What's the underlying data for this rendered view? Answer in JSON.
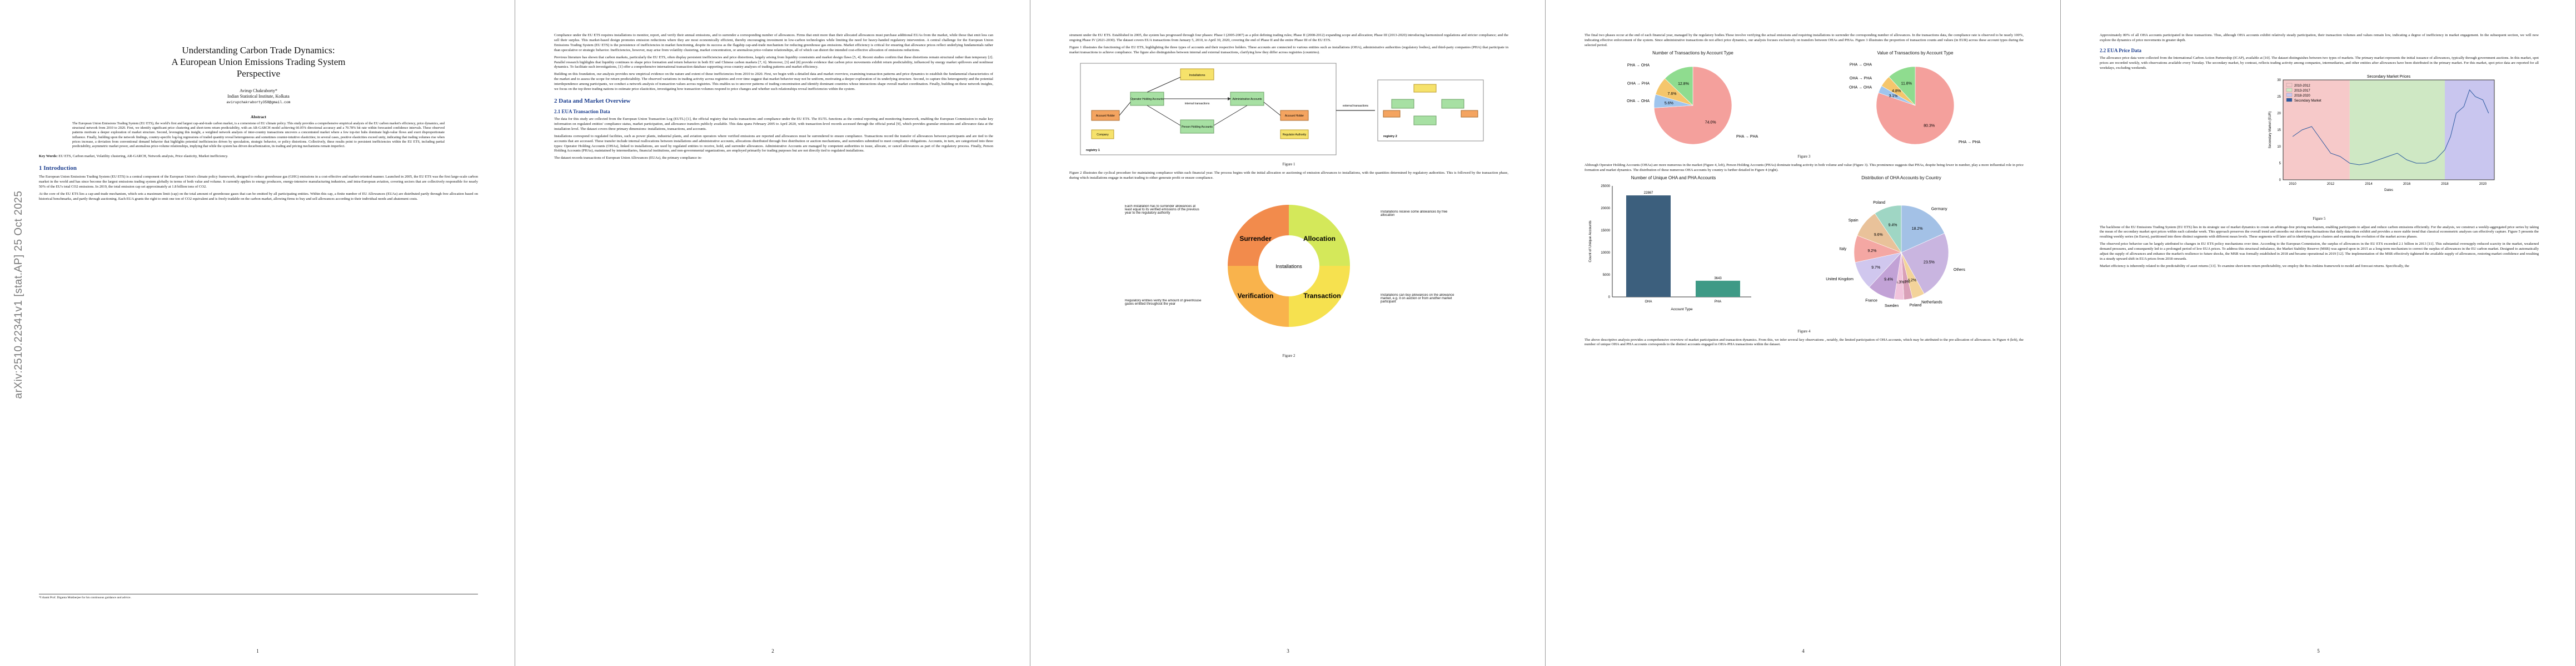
{
  "arxiv_stamp": "arXiv:2510.22341v1  [stat.AP]  25 Oct 2025",
  "page1": {
    "title_l1": "Understanding Carbon Trade Dynamics:",
    "title_l2": "A European Union Emissions Trading System",
    "title_l3": "Perspective",
    "author": "Avirup Chakraborty*",
    "affil": "Indian Statistical Institute, Kolkata",
    "email": "avirupchakraborty358@gmail.com",
    "abstract_heading": "Abstract",
    "abstract": "The European Union Emissions Trading System (EU ETS), the world's first and largest cap-and-trade carbon market, is a cornerstone of EU climate policy. This study provides a comprehensive empirical analysis of the EU carbon market's efficiency, price dynamics, and structural network from 2010 to 2020. First, we identify significant price clustering and short-term return predictability, with an AR-GARCH model achieving 60.05% directional accuracy and a 70.78% hit rate within forecasted confidence intervals. These observed patterns motivate a deeper exploration of market structure. Second, leveraging this insight, a weighted network analysis of inter-country transactions uncovers a concentrated market where a few top-tier hubs dominate high-value flows and exert disproportionate influence. Finally, building upon the network findings, country-specific log-log regressions of traded quantity reveal heterogeneous and sometimes counter-intuitive elasticities; in several cases, positive elasticities exceed unity, indicating that trading volumes rise when prices increase, a deviation from conventional demand behavior that highlights potential inefficiencies driven by speculation, strategic behavior, or policy distortions. Collectively, these results point to persistent inefficiencies within the EU ETS, including partial predictability, asymmetric market power, and anomalous price-volume relationships, implying that while the system has driven decarbonization, its trading and pricing mechanisms remain imperfect.",
    "kw_label": "Key Words:",
    "kw_text": " EU ETS, Carbon market, Volatility clustering, AR-GARCH, Network analysis, Price elasticity, Market inefficiency.",
    "intro_heading": "1   Introduction",
    "intro_p1": "The European Union Emissions Trading System (EU ETS) is a central component of the European Union's climate policy framework, designed to reduce greenhouse gas (GHG) emissions in a cost-effective and market-oriented manner. Launched in 2005, the EU ETS was the first large-scale carbon market in the world and has since become the largest emissions trading system globally in terms of both value and volume. It currently applies to energy producers, energy-intensive manufacturing industries, and intra-European aviation, covering sectors that are collectively responsible for nearly 50% of the EU's total CO2 emissions. In 2019, the total emission cap set approximately at 1.8 billion tons of CO2.",
    "intro_p2": "At the core of the EU ETS lies a cap-and-trade mechanism, which sets a maximum limit (cap) on the total amount of greenhouse gases that can be emitted by all participating entities. Within this cap, a finite number of EU Allowances (EUAs) are distributed partly through free allocation based on historical benchmarks, and partly through auctioning. Each EUA grants the right to emit one ton of CO2 equivalent and is freely tradable on the carbon market, allowing firms to buy and sell allowances according to their individual needs and abatement costs.",
    "footnote": "*I thank Prof. Diganta Mukherjee for his continuous guidance and advice.",
    "page_no": "1"
  },
  "page2": {
    "p1": "Compliance under the EU ETS requires installations to monitor, report, and verify their annual emissions, and to surrender a corresponding number of allowances. Firms that emit more than their allocated allowances must purchase additional EUAs from the market, while those that emit less can sell their surplus. This market-based design promotes emission reductions where they are most economically efficient, thereby encouraging investment in low-carbon technologies while limiting the need for heavy-handed regulatory intervention. A central challenge for the European Union Emissions Trading System (EU ETS) is the persistence of inefficiencies in market functioning, despite its success as the flagship cap-and-trade mechanism for reducing greenhouse gas emissions. Market efficiency is critical for ensuring that allowance prices reflect underlying fundamentals rather than speculative or strategic behavior. Inefficiencies, however, may arise from volatility clustering, market concentration, or anomalous price-volume relationships, all of which can distort the intended cost-effective allocation of emissions reductions.",
    "p2": "Previous literature has shown that carbon markets, particularly the EU ETS, often display persistent inefficiencies and price distortions, largely arising from liquidity constraints and market design flaws [5, 4]. Recent studies confirm that these distortions remain structural rather than temporary [2]. Parallel research highlights that liquidity continues to shape price formation and return behavior in both EU and Chinese carbon markets [7, 6]. Moreover, [3] and [8] provide evidence that carbon price movements exhibit return predictability, influenced by energy market spillovers and nonlinear dynamics. To facilitate such investigations, [1] offer a comprehensive international transaction database supporting cross-country analyses of trading patterns and market efficiency.",
    "p3": "Building on this foundation, our analysis provides new empirical evidence on the nature and extent of these inefficiencies from 2010 to 2020. First, we begin with a detailed data and market overview, examining transaction patterns and price dynamics to establish the fundamental characteristics of the market and to assess the scope for return predictability. The observed variations in trading activity across registries and over time suggest that market behavior may not be uniform, motivating a deeper exploration of its underlying structure. Second, to capture this heterogeneity and the potential interdependence among participants, we conduct a network analysis of transaction values across registries. This enables us to uncover patterns of trading concentration and identify dominant countries whose interactions shape overall market coordination. Finally, building on these network insights, we focus on the top three trading nations to estimate price elasticities, investigating how transaction volumes respond to price changes and whether such relationships reveal inefficiencies within the system.",
    "h2": "2   Data and Market Overview",
    "h3": "2.1   EUA Transaction Data",
    "p4": "The data for this study are collected from the European Union Transaction Log (EUTL) [1], the official registry that tracks transactions and compliance under the EU ETS. The EUTL functions as the central reporting and monitoring framework, enabling the European Commission to make key information on regulated entities' compliance status, market participation, and allowance transfers publicly available. This data spans February 2005 to April 2020, with transaction-level records accessed through the official portal [9], which provides granular emissions and allowance data at the installation level. The dataset covers three primary dimensions: installations, transactions, and accounts.",
    "p5": "Installations correspond to regulated facilities, such as power plants, industrial plants, and aviation operators where verified emissions are reported and allowances must be surrendered to ensure compliance. Transactions record the transfer of allowances between participants and are tied to the accounts that are accessed. These transfer include internal reallocations between installations and administrative accounts, allocations distributed through free distribution or auction mechanisms, and surrenders submitted to meet compliance obligations. Accounts, in turn, are categorized into three types: Operator Holding Accounts (OHAs), linked to installations, are used by regulated entities to receive, hold, and surrender allowances. Administrative Accounts are managed by competent authorities to issue, allocate, or cancel allowances as part of the regulatory process. Finally, Person Holding Accounts (PHAs), maintained by intermediaries, financial institutions, and non-governmental organizations, are employed primarily for trading purposes but are not directly tied to regulated installations.",
    "p6": "The dataset records transactions of European Union Allowances (EUAs), the primary compliance in-",
    "page_no": "2"
  },
  "page3": {
    "p1": "strument under the EU ETS. Established in 2005, the system has progressed through four phases: Phase I (2005-2007) as a pilot defining trading rules; Phase II (2008-2012) expanding scope and allocation; Phase III (2013-2020) introducing harmonized regulations and stricter compliance; and the ongoing Phase IV (2021-2030). The dataset covers EUA transactions from January 5, 2010, to April 30, 2020, covering the end of Phase II and the entire Phase III of the EU ETS.",
    "p2": "Figure 1 illustrates the functioning of the EU ETS, highlighting the three types of accounts and their respective holders. These accounts are connected to various entities such as installations (OHA), administrative authorities (regulatory bodies), and third-party companies (PHA) that participate in market transactions to achieve compliance. The figure also distinguishes between internal and external transactions, clarifying how they differ across registries (countries).",
    "fig1": {
      "installations": "Installations",
      "operator": "Operator Holding Accounts",
      "admin": "Administrative Accounts",
      "internal": "internal transactions",
      "account_holder": "Account Holder",
      "person": "Person Holding Accounts",
      "company": "Company",
      "regulator": "Regulator Authority",
      "external": "external transactions",
      "registry1": "registry 1",
      "registry2": "registry 2",
      "caption": "Figure 1"
    },
    "p3": "Figure 2 illustrates the cyclical procedure for maintaining compliance within each financial year. The process begins with the initial allocation or auctioning of emission allowances to installations, with the quantities determined by regulatory authorities. This is followed by the transaction phase, during which installations engage in market trading to either generate profit or ensure compliance.",
    "fig2": {
      "surrender": "Surrender",
      "allocation": "Allocation",
      "transaction": "Transaction",
      "verification": "Verification",
      "center": "Installations",
      "note_tl": "Each installation has to surrender allowances at least equal to its verified emissions of the previous year to the regulatory authority",
      "note_tr": "Installations receive some allowances by free allocation",
      "note_br": "Installations can buy allowances on the allowance market, e.g. it on auction or from another market participant",
      "note_bl": "Regulatory entities verify the amount of greenhouse gases emitted throughout the year",
      "caption": "Figure 2"
    },
    "page_no": "3"
  },
  "page4": {
    "p1": "The final two phases occur at the end of each financial year, managed by the regulatory bodies.These involve verifying the actual emissions and requiring installations to surrender the corresponding number of allowances. In the transactions data, the compliance rate is observed to be nearly 100%, indicating effective enforcement of the system. Since administrative transactions do not affect price dynamics, our analysis focuses exclusively on transfers between OHAs and PHAs. Figure 3 illustrates the proportion of transaction counts and values (in EUR) across these account types during the selected period.",
    "fig3": {
      "left_title": "Number of Transactions by Account Type",
      "right_title": "Value of Transactions by Account Type",
      "caption": "Figure 3"
    },
    "p2": "Although Operator Holding Accounts (OHAs) are more numerous in the market (Figure 4, left), Person Holding Accounts (PHAs) dominate trading activity in both volume and value (Figure 3). This prominence suggests that PHAs, despite being fewer in number, play a more influential role in price formation and market dynamics. The distribution of these numerous OHA accounts by country is further detailed in Figure 4 (right).",
    "fig4": {
      "bar_title": "Number of Unique OHA and PHA Accounts",
      "bar_ylabel": "Count of Unique Accounts",
      "bar_xlabel": "Account Type",
      "pie_title": "Distribution of OHA Accounts by Country",
      "caption": "Figure 4"
    },
    "p3": "The above descriptive analysis provides a comprehensive overview of market participation and transaction dynamics. From this, we infer several key observations , notably, the limited participation of OHA accounts, which may be attributed to the pre-allocation of allowances. In Figure 4 (left), the number of unique OHA and PHA accounts corresponds to the distinct accounts engaged in OHA-PHA transactions within the dataset.",
    "page_no": "4"
  },
  "page5": {
    "p1": "Approximately 80% of all OHA accounts participated in these transactions. Thus, although OHA accounts exhibit relatively steady participation, their transaction volumes and values remain low, indicating a degree of inefficiency in market engagement. In the subsequent section, we will now explore the dynamics of price movements in greater depth.",
    "h3": "2.2   EUA Price Data",
    "p2": "The allowance price data were collected from the International Carbon Action Partnership (ICAP), available at [10]. The dataset distinguishes between two types of markets. The primary market represents the initial issuance of allowances, typically through government auctions. In this market, spot prices are recorded weekly, with observations available every Tuesday. The secondary market, by contrast, reflects trading activity among companies, intermediaries, and other entities after allowances have been distributed in the primary market. For this market, spot price data are reported for all weekdays, excluding weekends.",
    "fig5": {
      "title": "Secondary Market Prices",
      "ylabel": "Secondary Market (EUR)",
      "xlabel": "Dates",
      "legend": [
        "2010-2012",
        "2013-2017",
        "2018-2020",
        "Secondary Market"
      ],
      "caption": "Figure 5"
    },
    "p3": "The backbone of the EU Emissions Trading System (EU ETS) lies in its strategic use of market dynamics to create an arbitrage-free pricing mechanism, enabling participants to adjust and reduce carbon emissions efficiently. For the analysis, we construct a weekly-aggregated price series by taking the mean of the secondary market spot prices within each calendar week. This approach preserves the overall trend and smooths out short-term fluctuations that daily data often exhibit and provides a more stable trend that classical econometric analyses can effectively capture. Figure 5 presents the resulting weekly series (in Euros), partitioned into three distinct segments with different mean levels. These segments will later aid in identifying price clusters and examining the evolution of the market across phases.",
    "p4": "The observed price behavior can be largely attributed to changes in EU ETS policy mechanisms over time. According to the European Commission, the surplus of allowances in the EU ETS exceeded 2.1 billion in 2013 [11]. This substantial oversupply reduced scarcity in the market, weakened demand pressures, and consequently led to a prolonged period of low EUA prices. To address this structural imbalance, the Market Stability Reserve (MSR) was agreed upon in 2015 as a long-term mechanism to correct the surplus of allowances in the EU carbon market. Designed to automatically adjust the supply of allowances and enhance the market's resilience to future shocks, the MSR was formally established in 2018 and became operational in 2019 [12]. The implementation of the MSR effectively tightened the available supply of allowances, restoring market confidence and resulting in a steady upward shift in EUA prices from 2018 onwards.",
    "p5": "Market efficiency is inherently related to the predictability of asset returns [13]. To examine short-term return predictability, we employ the Box-Jenkins framework to model and forecast returns. Specifically, the",
    "page_no": "5"
  },
  "chart_data": [
    {
      "type": "pie",
      "title": "Number of Transactions by Account Type",
      "categories": [
        "PHA → PHA",
        "OHA → OHA",
        "OHA → PHA",
        "PHA → OHA"
      ],
      "values": [
        74.0,
        5.6,
        7.6,
        12.8
      ],
      "colors": [
        "#f4a09c",
        "#9fc5ee",
        "#f5c66c",
        "#8fdc8f"
      ]
    },
    {
      "type": "pie",
      "title": "Value of Transactions by Account Type",
      "categories": [
        "PHA → PHA",
        "OHA → OHA",
        "OHA → PHA",
        "PHA → OHA"
      ],
      "values": [
        80.3,
        3.1,
        4.8,
        11.8
      ],
      "colors": [
        "#f4a09c",
        "#9fc5ee",
        "#f5c66c",
        "#8fdc8f"
      ]
    },
    {
      "type": "bar",
      "title": "Number of Unique OHA and PHA Accounts",
      "categories": [
        "OHA",
        "PHA"
      ],
      "values": [
        22867,
        3643
      ],
      "ylabel": "Count of Unique Accounts",
      "xlabel": "Account Type",
      "ylim": [
        0,
        25000
      ],
      "colors": [
        "#3c5f7d",
        "#3e9a86"
      ]
    },
    {
      "type": "pie",
      "title": "Distribution of OHA Accounts by Country",
      "categories": [
        "Germany",
        "Others",
        "Netherlands",
        "Poland",
        "Sweden",
        "France",
        "United Kingdom",
        "Italy",
        "Spain",
        "Poland"
      ],
      "values": [
        18.2,
        23.5,
        4.2,
        2.9,
        3.3,
        9.4,
        9.7,
        9.2,
        9.6,
        9.4
      ],
      "colors": [
        "#a3c1e6",
        "#c9b5e0",
        "#f3d39a",
        "#d9a0b8",
        "#f1c4dc",
        "#c2a2d6",
        "#d0c7ee",
        "#f4a7a3",
        "#e9c29a",
        "#9fd6c4"
      ]
    },
    {
      "type": "line",
      "title": "Secondary Market Prices",
      "xlabel": "Dates",
      "ylabel": "Secondary Market (EUR)",
      "x": [
        2010,
        2010.5,
        2011,
        2011.5,
        2012,
        2012.5,
        2013,
        2013.5,
        2014,
        2014.5,
        2015,
        2015.5,
        2016,
        2016.5,
        2017,
        2017.5,
        2018,
        2018.3,
        2018.6,
        2019,
        2019.3,
        2019.6,
        2020,
        2020.3
      ],
      "y": [
        13,
        15,
        16,
        12,
        8,
        7,
        5,
        4.5,
        5,
        6,
        7,
        8,
        6,
        5,
        5,
        6,
        9,
        13,
        20,
        22,
        27,
        25,
        24,
        20
      ],
      "xlim": [
        2009.5,
        2020.6
      ],
      "ylim": [
        0,
        30
      ],
      "segments": [
        {
          "name": "2010-2012",
          "from": 2009.5,
          "to": 2013,
          "color": "#f6c9c9"
        },
        {
          "name": "2013-2017",
          "from": 2013,
          "to": 2018,
          "color": "#cfe8c4"
        },
        {
          "name": "2018-2020",
          "from": 2018,
          "to": 2020.6,
          "color": "#c9c6ef"
        }
      ]
    }
  ]
}
